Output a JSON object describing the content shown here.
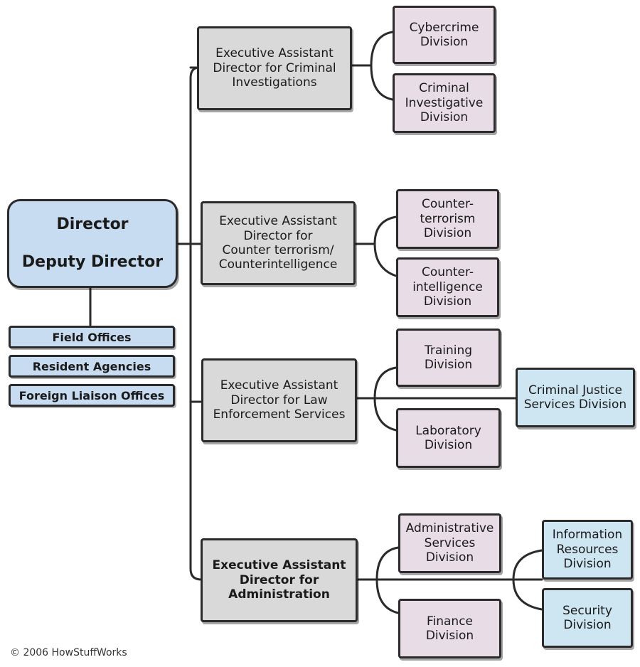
{
  "director": {
    "title": "Director",
    "deputy": "Deputy Director"
  },
  "offices": [
    "Field Offices",
    "Resident Agencies",
    "Foreign Liaison Offices"
  ],
  "ead": {
    "criminal": "Executive Assistant\nDirector for Criminal\nInvestigations",
    "counter": "Executive Assistant\nDirector for\nCounter terrorism/\nCounterintelligence",
    "law": "Executive Assistant\nDirector for Law\nEnforcement Services",
    "admin": "Executive Assistant\nDirector for\nAdministration"
  },
  "divisions": {
    "cybercrime": "Cybercrime\nDivision",
    "criminal_investigative": "Criminal\nInvestigative\nDivision",
    "counterterrorism": "Counter-\nterrorism\nDivision",
    "counterintelligence": "Counter-\nintelligence\nDivision",
    "training": "Training\nDivision",
    "laboratory": "Laboratory\nDivision",
    "cjis": "Criminal Justice\nServices Division",
    "administrative_services": "Administrative\nServices\nDivision",
    "finance": "Finance\nDivision",
    "information_resources": "Information\nResources\nDivision",
    "security": "Security\nDivision"
  },
  "colors": {
    "director_fill": "#c7dcf0",
    "ead_fill": "#d9d9d9",
    "division_fill": "#e8dce6",
    "special_division_fill": "#cde6f2",
    "border": "#2b2b2b"
  },
  "copyright": "© 2006 HowStuffWorks"
}
